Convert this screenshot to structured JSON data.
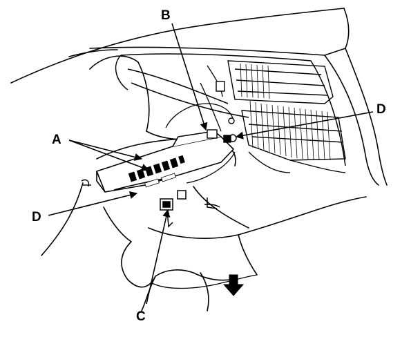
{
  "diagram": {
    "callouts": [
      {
        "id": "B",
        "label": "B"
      },
      {
        "id": "A",
        "label": "A"
      },
      {
        "id": "D_right",
        "label": "D"
      },
      {
        "id": "D_left",
        "label": "D"
      },
      {
        "id": "C",
        "label": "C"
      }
    ],
    "colors": {
      "ink": "#000000",
      "paper": "#ffffff"
    }
  }
}
